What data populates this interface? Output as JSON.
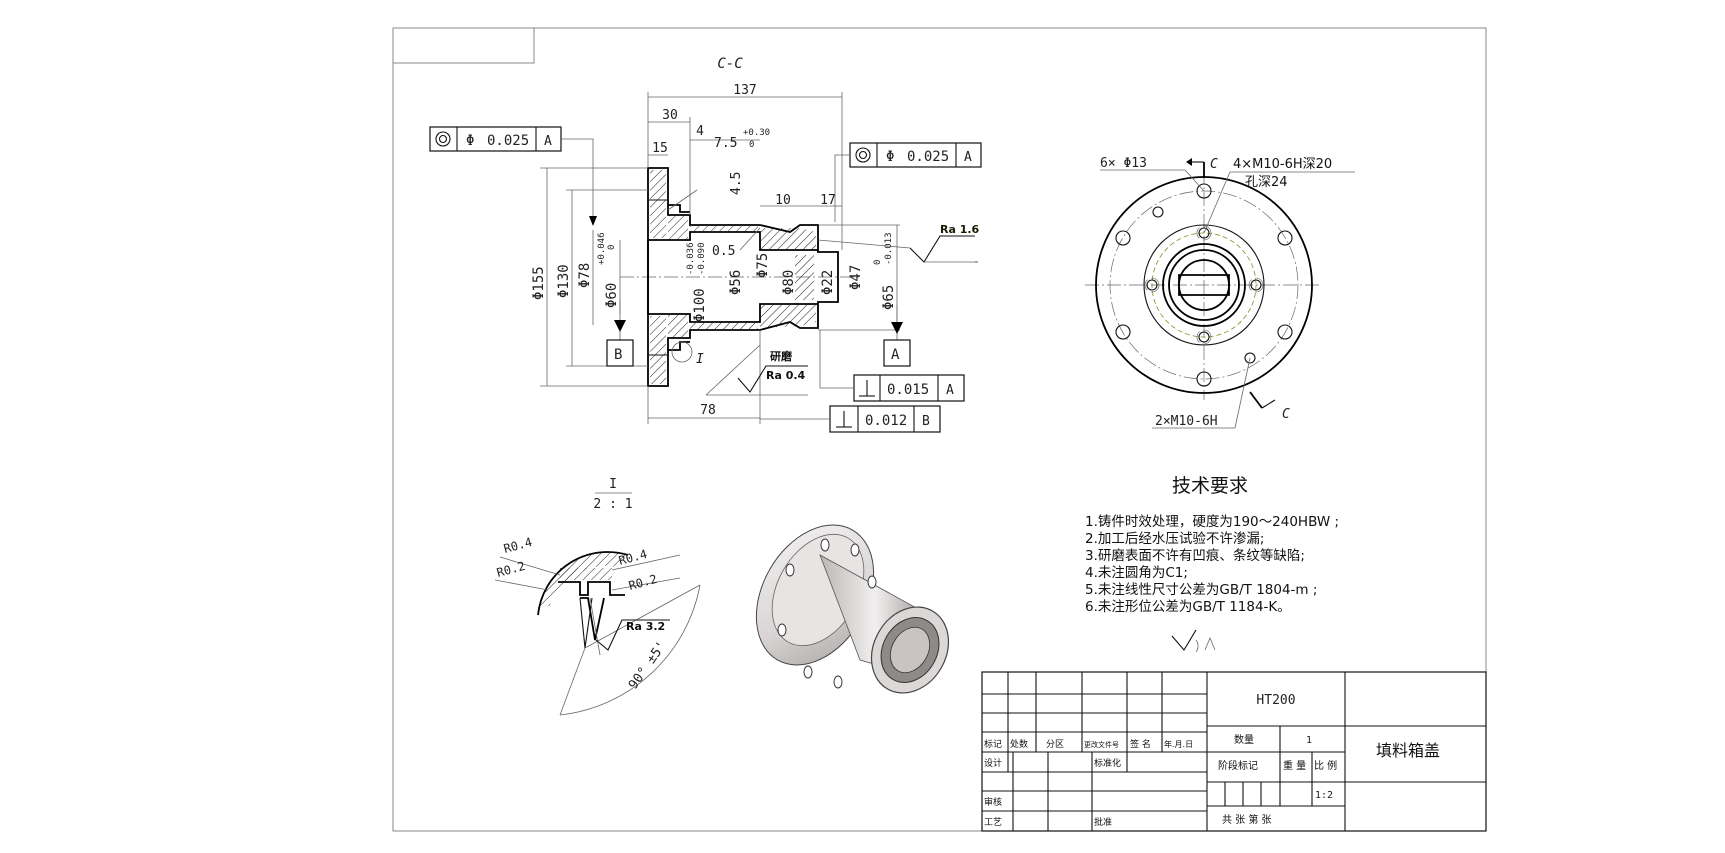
{
  "section_view": {
    "title": "C-C",
    "dims": {
      "overall_length": "137",
      "flange_width": "30",
      "dim_15": "15",
      "dim_4": "4",
      "dim_7_5": "7.5",
      "tol_7_5_upper": "+0.30",
      "tol_7_5_lower": "0",
      "dim_4_5": "4.5",
      "dim_10": "10",
      "dim_17": "17",
      "dim_0_5": "0.5",
      "dia_155": "Φ155",
      "dia_130": "Φ130",
      "dia_78": "Φ78",
      "dia_60": "Φ60",
      "tol_60_upper": "+0.046",
      "tol_60_lower": "0",
      "dia_100": "Φ100",
      "tol_100_upper": "-0.036",
      "tol_100_lower": "-0.090",
      "dia_56": "Φ56",
      "dia_75": "Φ75",
      "dia_80": "Φ80",
      "dia_22": "Φ22",
      "dia_47": "Φ47",
      "dia_65": "Φ65",
      "tol_65_upper": "0",
      "tol_65_lower": "-0.013",
      "dim_78": "78"
    },
    "fcf_coax_left": {
      "symbol": "◎",
      "dia": "Φ",
      "value": "0.025",
      "datum": "A"
    },
    "fcf_coax_right": {
      "symbol": "◎",
      "dia": "Φ",
      "value": "0.025",
      "datum": "A"
    },
    "fcf_perp_a": {
      "symbol": "⊥",
      "value": "0.015",
      "datum": "A"
    },
    "fcf_perp_b": {
      "symbol": "⊥",
      "value": "0.012",
      "datum": "B"
    },
    "datum_b": "B",
    "datum_a": "A",
    "ra_right": "Ra 1.6",
    "ra_lap": "Ra 0.4",
    "lap_note": "研磨",
    "detail_mark": "I"
  },
  "end_view": {
    "holes_label": "6× Φ13",
    "thread_label_1": "4×M10-6H深20",
    "thread_label_2": "孔深24",
    "thread_label_bottom": "2×M10-6H",
    "cut_top": "C",
    "cut_bottom": "C"
  },
  "detail_view": {
    "label": "I",
    "scale": "2 : 1",
    "r_top_left": "R0.4",
    "r_left": "R0.2",
    "r_top_right": "R0.4",
    "r_right": "R0.2",
    "ra": "Ra 3.2",
    "angle": "90° ±5'"
  },
  "tech_req": {
    "title": "技术要求",
    "items": [
      "1.铸件时效处理，硬度为190～240HBW ;",
      "2.加工后经水压试验不许渗漏;",
      "3.研磨表面不许有凹痕、条纹等缺陷;",
      "4.未注圆角为C1;",
      "5.未注线性尺寸公差为GB/T 1804-m ;",
      "6.未注形位公差为GB/T 1184-K。"
    ]
  },
  "title_block": {
    "material": "HT200",
    "part_name": "填料箱盖",
    "qty_label": "数量",
    "qty_value": "1",
    "stage_label": "阶段标记",
    "weight_label": "重 量",
    "scale_label": "比 例",
    "scale_value": "1:2",
    "sheets_label": "共   张  第   张",
    "rev_cols": [
      "标记",
      "处数",
      "分区",
      "更改文件号",
      "签 名",
      "年.月.日"
    ],
    "design": "设计",
    "standard": "标准化",
    "review": "审核",
    "process": "工艺",
    "approve": "批准"
  }
}
